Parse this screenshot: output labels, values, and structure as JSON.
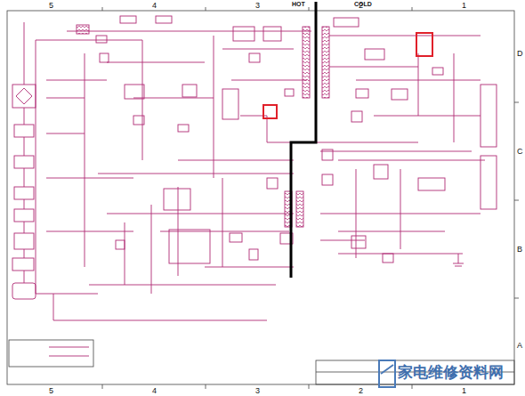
{
  "diagram": {
    "labels": [
      "5",
      "4",
      "3",
      "2",
      "1",
      "5",
      "4",
      "3",
      "2",
      "1",
      "D",
      "C",
      "B",
      "A",
      "HOT",
      "COLD",
      "家电维修资料网"
    ]
  }
}
